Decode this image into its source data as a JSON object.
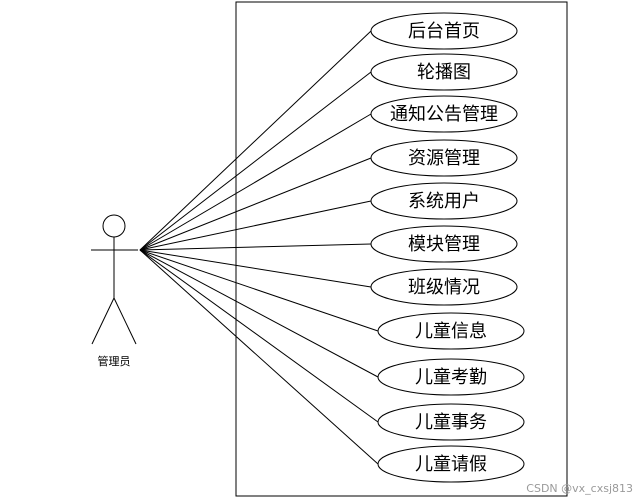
{
  "diagram": {
    "actor": {
      "label": "管理员"
    },
    "use_cases": [
      {
        "label": "后台首页"
      },
      {
        "label": "轮播图"
      },
      {
        "label": "通知公告管理"
      },
      {
        "label": "资源管理"
      },
      {
        "label": "系统用户"
      },
      {
        "label": "模块管理"
      },
      {
        "label": "班级情况"
      },
      {
        "label": "儿童信息"
      },
      {
        "label": "儿童考勤"
      },
      {
        "label": "儿童事务"
      },
      {
        "label": "儿童请假"
      }
    ]
  },
  "watermark": "CSDN @vx_cxsj813"
}
